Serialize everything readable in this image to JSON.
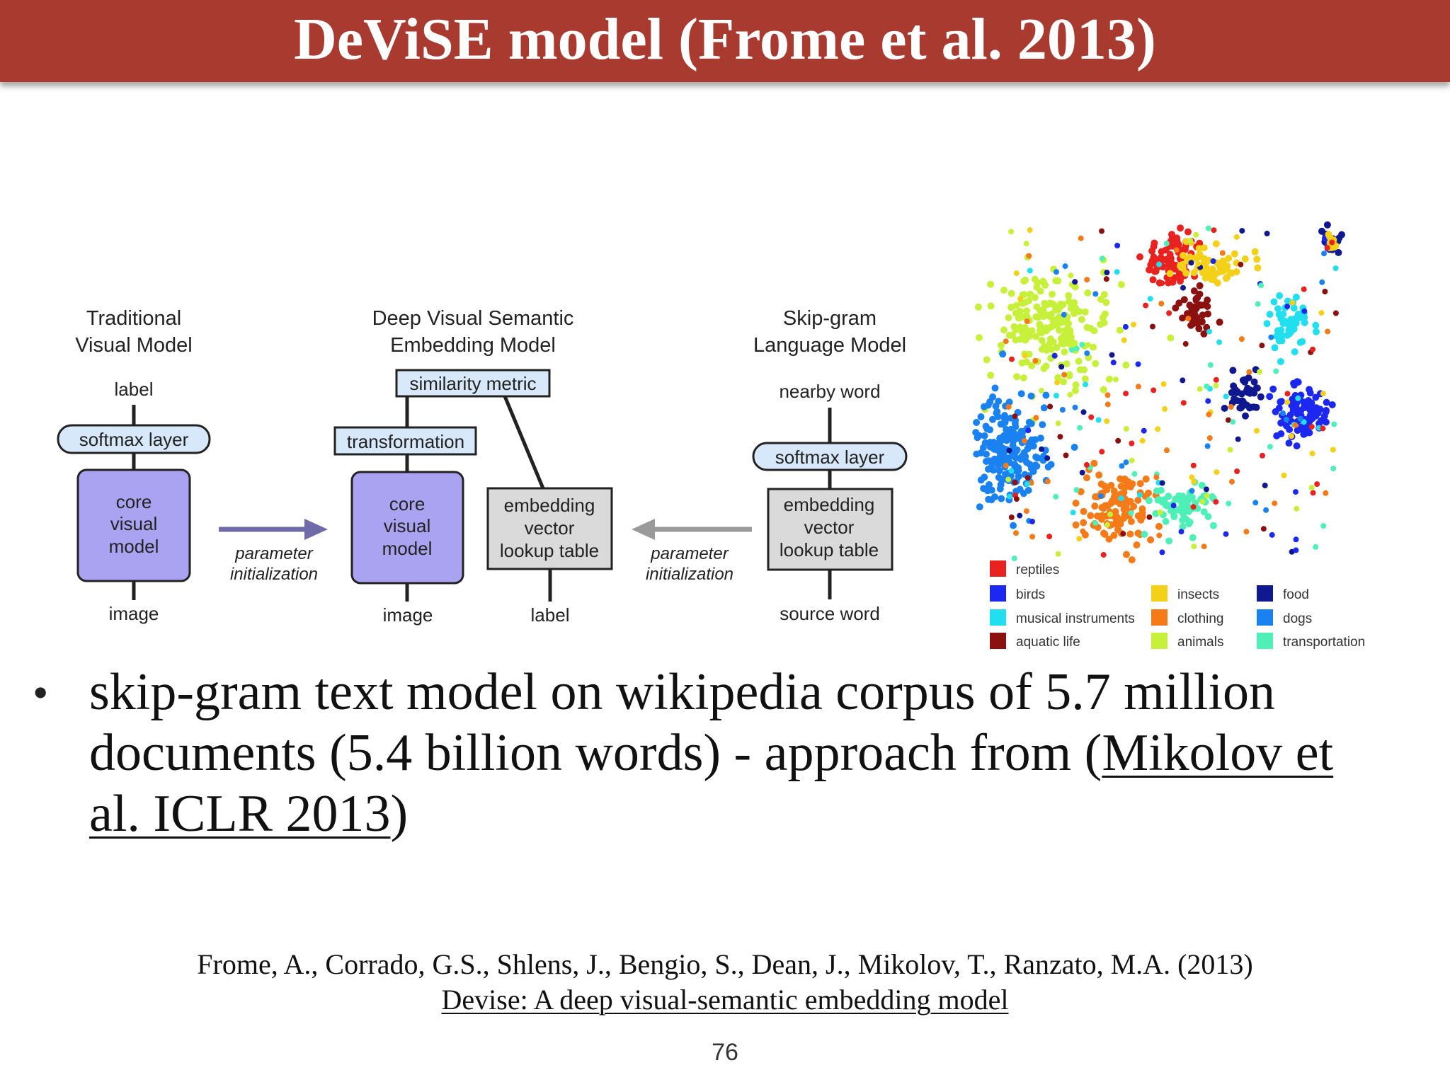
{
  "slide": {
    "title": "DeViSE model (Frome et al. 2013)",
    "bullet": {
      "text_before": "skip-gram text model on wikipedia corpus of 5.7 million documents (5.4 billion words) - approach from (",
      "link_text": "Mikolov et al. ICLR 2013",
      "text_after": ")"
    },
    "citation": {
      "authors": "Frome, A., Corrado, G.S., Shlens, J., Bengio, S., Dean, J., Mikolov, T., Ranzato, M.A. (2013)",
      "paper_title": "Devise: A deep visual-semantic embedding model"
    },
    "page_number": "76"
  },
  "diagram": {
    "traditional": {
      "title_line1": "Traditional",
      "title_line2": "Visual Model",
      "top_label": "label",
      "softmax": "softmax layer",
      "core_line1": "core",
      "core_line2": "visual",
      "core_line3": "model",
      "bottom_label": "image"
    },
    "devise": {
      "title_line1": "Deep Visual Semantic",
      "title_line2": "Embedding Model",
      "similarity": "similarity metric",
      "transformation": "transformation",
      "core_line1": "core",
      "core_line2": "visual",
      "core_line3": "model",
      "embed_line1": "embedding",
      "embed_line2": "vector",
      "embed_line3": "lookup table",
      "bottom_image": "image",
      "bottom_label": "label"
    },
    "skipgram": {
      "title_line1": "Skip-gram",
      "title_line2": "Language Model",
      "top_label": "nearby word",
      "softmax": "softmax layer",
      "embed_line1": "embedding",
      "embed_line2": "vector",
      "embed_line3": "lookup table",
      "bottom_label": "source word"
    },
    "arrows": {
      "left_line1": "parameter",
      "left_line2": "initialization",
      "right_line1": "parameter",
      "right_line2": "initialization"
    },
    "colors": {
      "core_fill": "#a9a3f2",
      "softmax_fill": "#d7e8fa",
      "embed_fill": "#dadada",
      "arrow_purple": "#6f6aa8",
      "arrow_gray": "#9a9a9a"
    }
  },
  "scatter_legend": {
    "items": [
      {
        "label": "reptiles",
        "color": "#e8231f"
      },
      {
        "label": "birds",
        "color": "#1c28f0"
      },
      {
        "label": "musical instruments",
        "color": "#22dff0"
      },
      {
        "label": "aquatic life",
        "color": "#8b1010"
      },
      {
        "label": "insects",
        "color": "#f5d018"
      },
      {
        "label": "clothing",
        "color": "#f57a18"
      },
      {
        "label": "animals",
        "color": "#c6f03a"
      },
      {
        "label": "food",
        "color": "#101890"
      },
      {
        "label": "dogs",
        "color": "#1a82f0"
      },
      {
        "label": "transportation",
        "color": "#4ef0b8"
      }
    ]
  }
}
